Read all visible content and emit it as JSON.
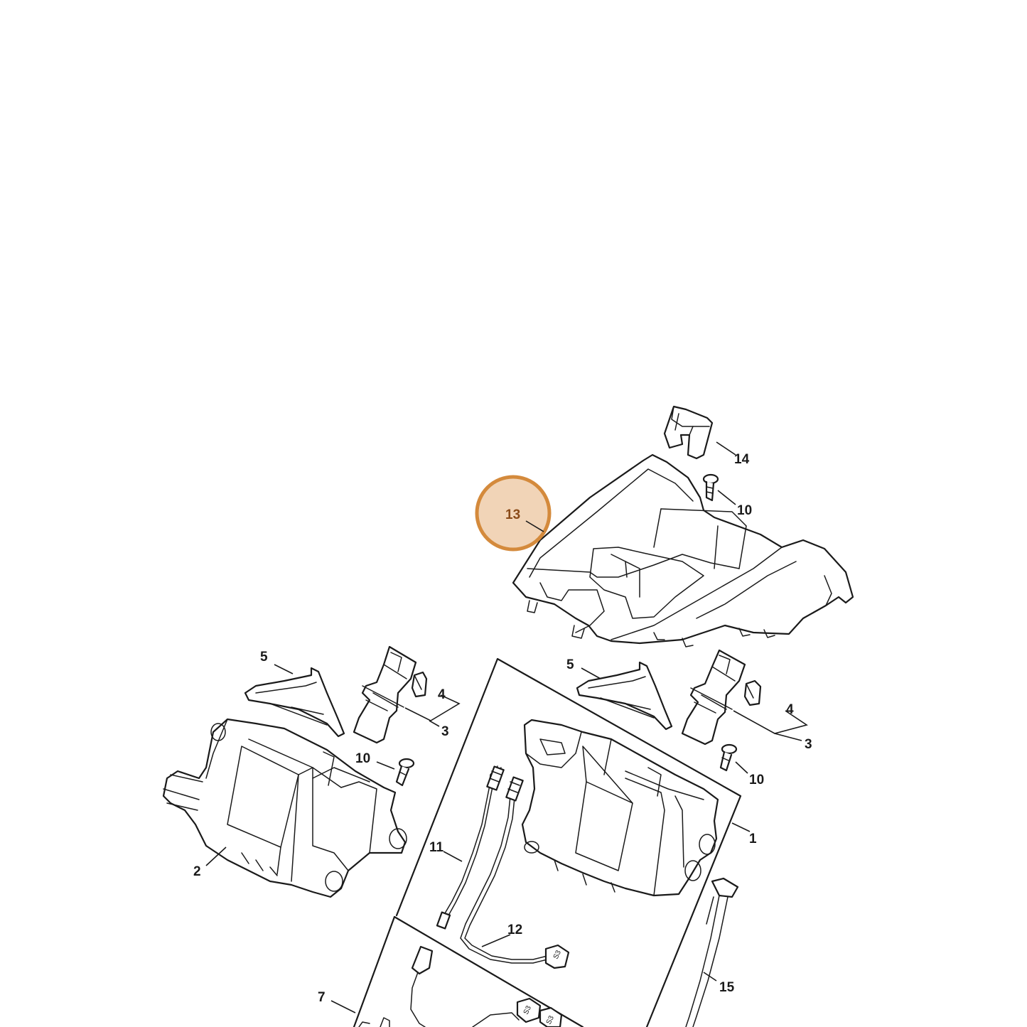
{
  "diagram": {
    "highlight_color": "#d48a3c",
    "highlight_fill": "#eecdaa",
    "line_color": "#1a1a1a",
    "highlighted_callout": "13",
    "callouts": [
      {
        "id": "c1",
        "label": "1"
      },
      {
        "id": "c2",
        "label": "2"
      },
      {
        "id": "c3a",
        "label": "3"
      },
      {
        "id": "c3b",
        "label": "3"
      },
      {
        "id": "c4a",
        "label": "4"
      },
      {
        "id": "c4b",
        "label": "4"
      },
      {
        "id": "c5a",
        "label": "5"
      },
      {
        "id": "c5b",
        "label": "5"
      },
      {
        "id": "c7",
        "label": "7"
      },
      {
        "id": "c10a",
        "label": "10"
      },
      {
        "id": "c10b",
        "label": "10"
      },
      {
        "id": "c10c",
        "label": "10"
      },
      {
        "id": "c11",
        "label": "11"
      },
      {
        "id": "c12",
        "label": "12"
      },
      {
        "id": "c13",
        "label": "13"
      },
      {
        "id": "c14",
        "label": "14"
      },
      {
        "id": "c15",
        "label": "15"
      }
    ],
    "connector_tags": [
      "S3",
      "S3",
      "S3"
    ]
  }
}
